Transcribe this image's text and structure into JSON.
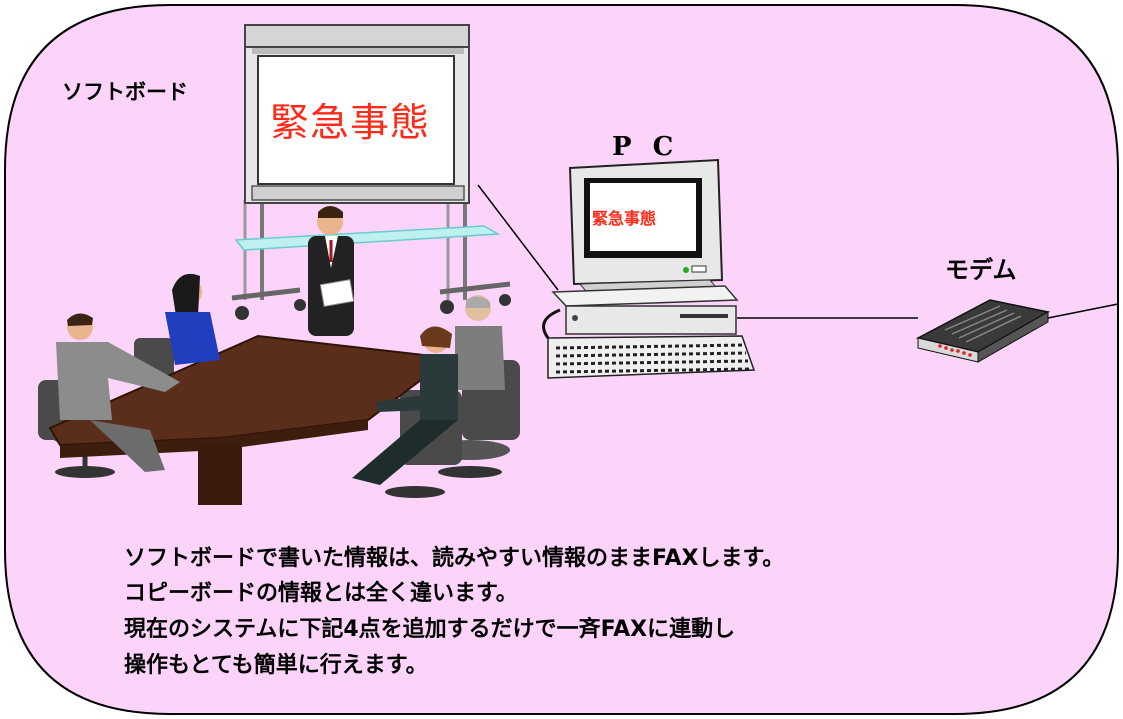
{
  "labels": {
    "softboard": "ソフトボード",
    "pc": "P C",
    "modem": "モデム"
  },
  "board_text": "緊急事態",
  "screen_text": "緊急事態",
  "description": [
    "ソフトボードで書いた情報は、読みやすい情報のままFAXします。",
    "コピーボードの情報とは全く違います。",
    "現在のシステムに下記4点を追加するだけで一斉FAXに連動し",
    "操作もとても簡単に行えます。"
  ],
  "colors": {
    "background": "#fcd4fa",
    "board_text": "#ff2b1a",
    "table": "#5a2e1a"
  }
}
